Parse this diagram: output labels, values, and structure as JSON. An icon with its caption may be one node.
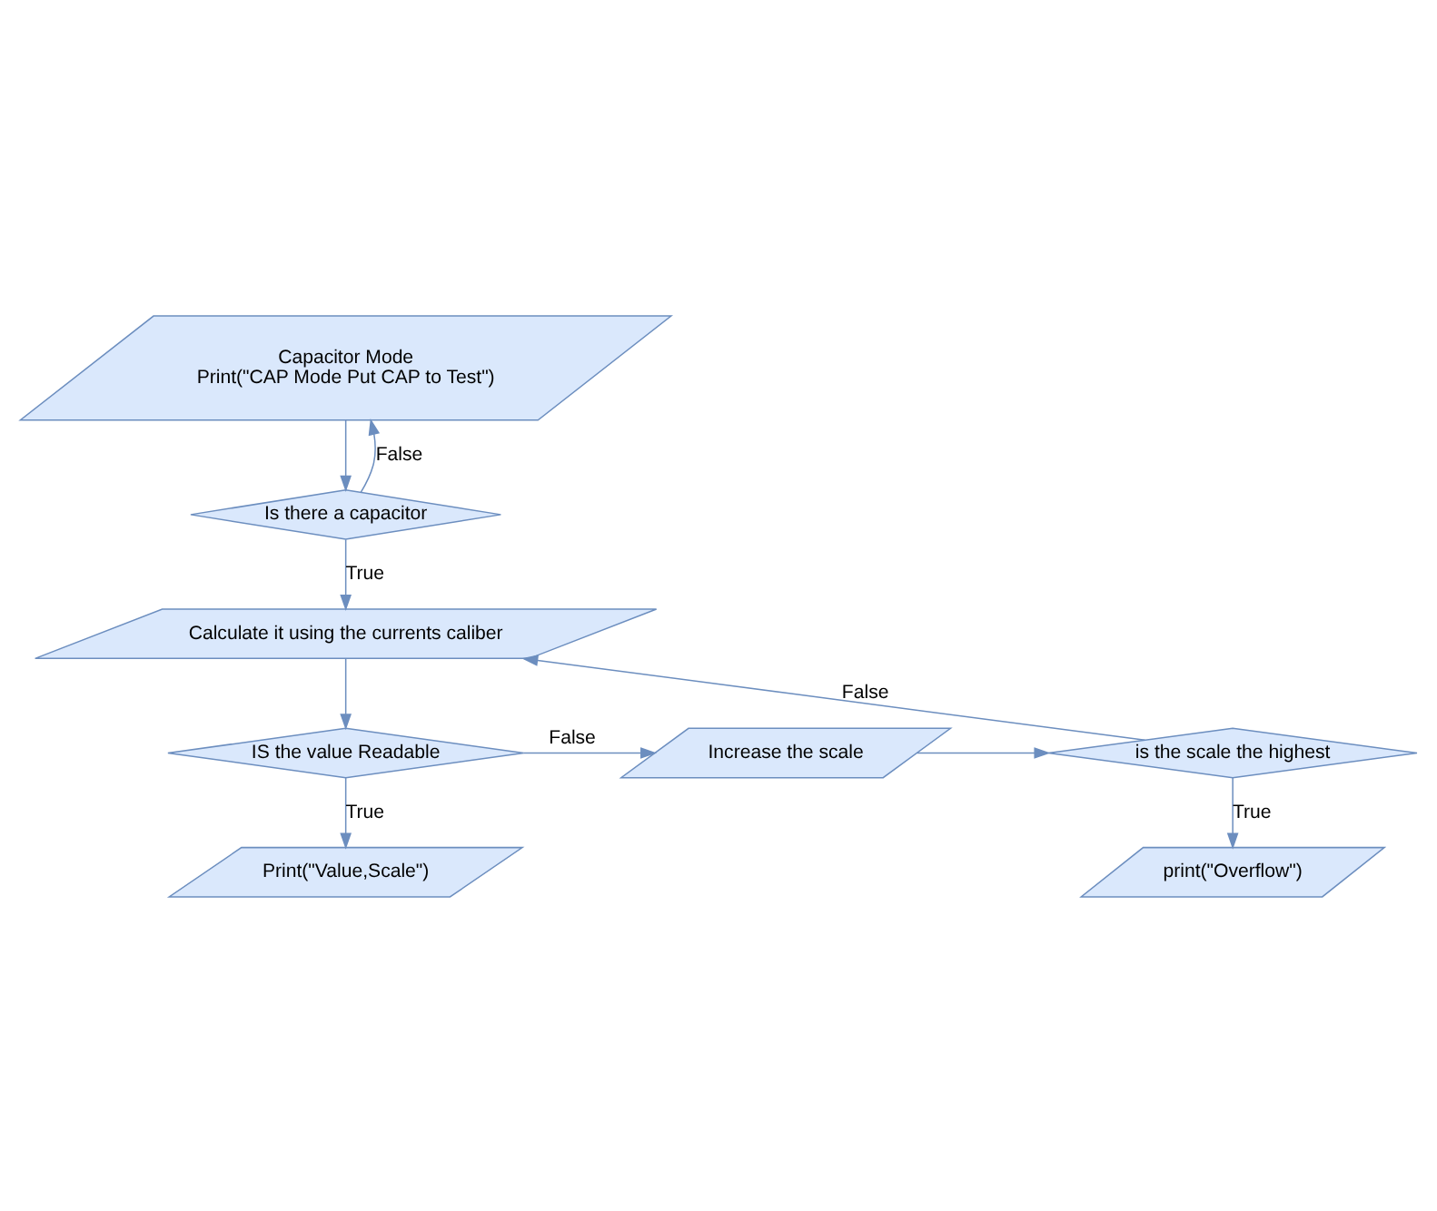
{
  "diagram": {
    "nodes": [
      {
        "text": [
          "Capacitor Mode",
          "Print(\"CAP Mode Put CAP to Test\")"
        ]
      },
      {
        "text": [
          "Is there a capacitor"
        ]
      },
      {
        "text": [
          "Calculate it using the currents caliber"
        ]
      },
      {
        "text": [
          "IS the value Readable"
        ]
      },
      {
        "text": [
          "Increase the scale"
        ]
      },
      {
        "text": [
          "is the scale the highest"
        ]
      },
      {
        "text": [
          "Print(\"Value,Scale\")"
        ]
      },
      {
        "text": [
          "print(\"Overflow\")"
        ]
      }
    ],
    "edges": [
      {
        "from": 0,
        "to": 1,
        "arrow": "to"
      },
      {
        "from": 1,
        "to": 0,
        "arrow": "to",
        "label": "False"
      },
      {
        "from": 1,
        "to": 2,
        "arrow": "to",
        "label": "True"
      },
      {
        "from": 2,
        "to": 3,
        "arrow": "to"
      },
      {
        "from": 3,
        "to": 4,
        "arrow": "to",
        "label": "False"
      },
      {
        "from": 4,
        "to": 5,
        "arrow": "to"
      },
      {
        "from": 5,
        "to": 2,
        "arrow": "to",
        "label": "False"
      },
      {
        "from": 3,
        "to": 6,
        "arrow": "to",
        "label": "True"
      },
      {
        "from": 5,
        "to": 7,
        "arrow": "to",
        "label": "True"
      }
    ]
  }
}
